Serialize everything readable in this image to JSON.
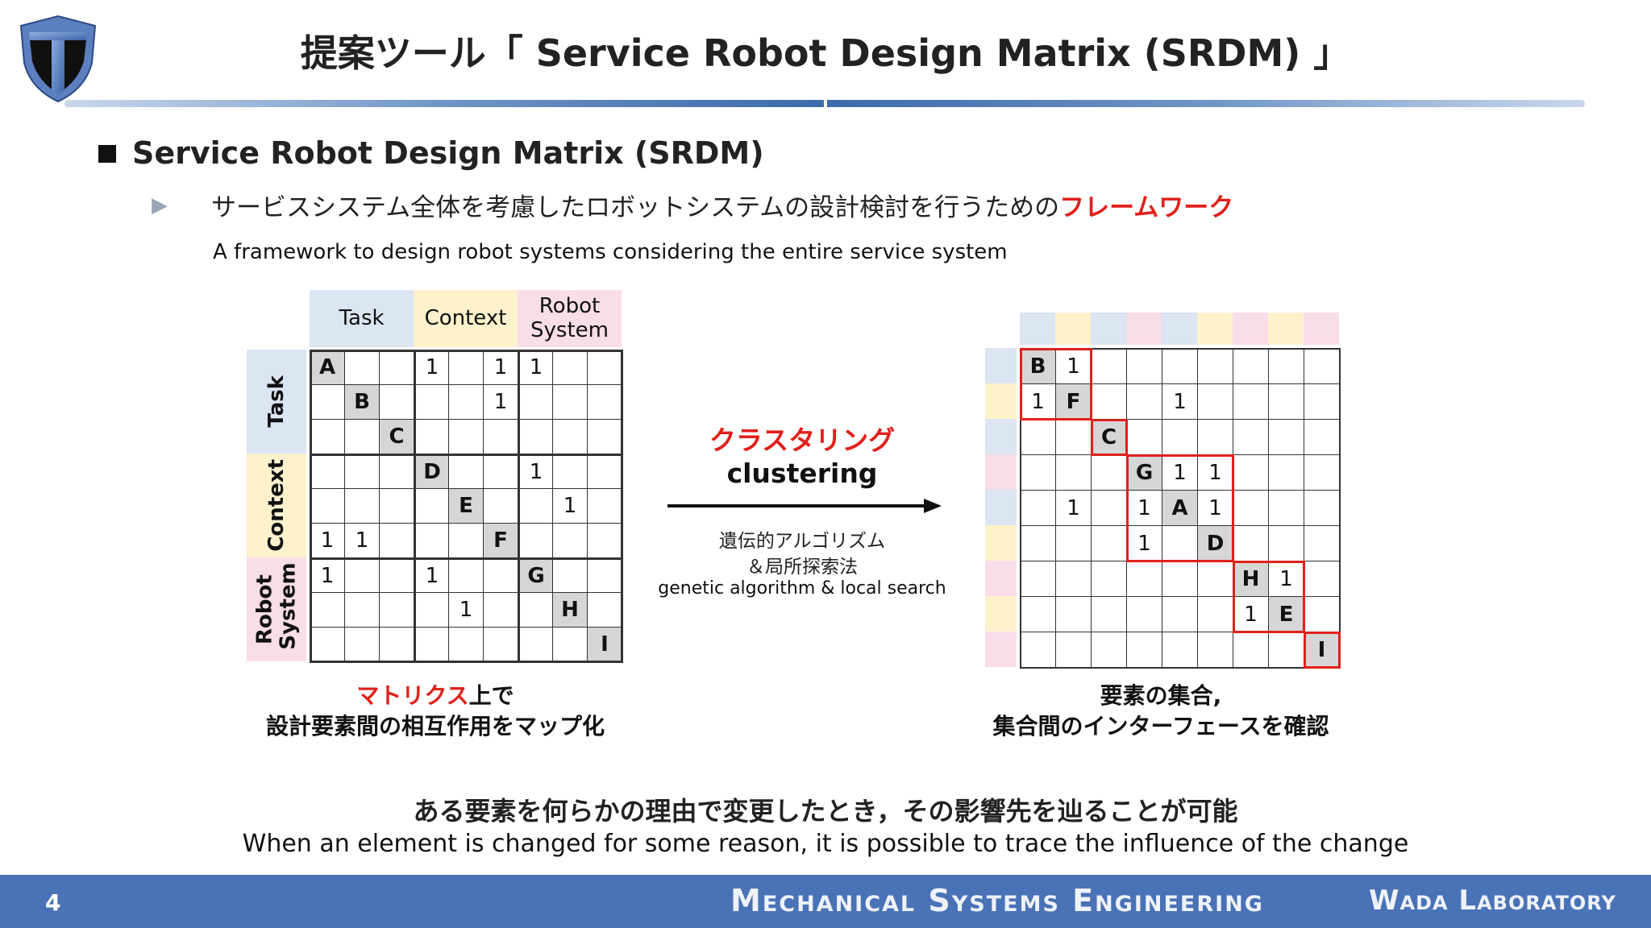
{
  "slide": {
    "title": "提案ツール「 Service Robot Design Matrix (SRDM) 」",
    "heading": "Service Robot Design Matrix (SRDM)",
    "bullet_symbol": "▶",
    "bullet_jp_main": "サービスシステム全体を考慮したロボットシステムの設計検討を行うための",
    "bullet_jp_highlight": "フレームワーク",
    "bullet_en": "A framework to design robot systems considering the entire service system",
    "page_number": "4",
    "footer_left": "Mechanical Systems Engineering",
    "footer_right": "Wada Laboratory"
  },
  "colors": {
    "task": "#dce5f2",
    "context": "#fdf2cc",
    "robot": "#f9dde9",
    "accent_red": "#e0201b",
    "footer_blue": "#4a72b6"
  },
  "left_matrix": {
    "col_headers": [
      "Task",
      "Context",
      "Robot System"
    ],
    "row_headers": [
      "Task",
      "Context",
      "Robot System"
    ],
    "group_size": 3,
    "rows": [
      [
        "A",
        "",
        "",
        "1",
        "",
        "1",
        "1",
        "",
        ""
      ],
      [
        "",
        "B",
        "",
        "",
        "",
        "1",
        "",
        "",
        ""
      ],
      [
        "",
        "",
        "C",
        "",
        "",
        "",
        "",
        "",
        ""
      ],
      [
        "",
        "",
        "",
        "D",
        "",
        "",
        "1",
        "",
        ""
      ],
      [
        "",
        "",
        "",
        "",
        "E",
        "",
        "",
        "1",
        ""
      ],
      [
        "1",
        "1",
        "",
        "",
        "",
        "F",
        "",
        "",
        ""
      ],
      [
        "1",
        "",
        "",
        "1",
        "",
        "",
        "G",
        "",
        ""
      ],
      [
        "",
        "",
        "",
        "",
        "1",
        "",
        "",
        "H",
        ""
      ],
      [
        "",
        "",
        "",
        "",
        "",
        "",
        "",
        "",
        "I"
      ]
    ],
    "caption_red": "マトリクス",
    "caption_rest": "上で",
    "caption_line2": "設計要素間の相互作用をマップ化"
  },
  "process": {
    "jp": "クラスタリング",
    "en": "clustering",
    "method_jp_1": "遺伝的アルゴリズム",
    "method_jp_2": "＆局所探索法",
    "method_en": "genetic algorithm & local search"
  },
  "right_matrix": {
    "order_types": [
      "task",
      "context",
      "task",
      "robot",
      "task",
      "context",
      "robot",
      "context",
      "robot"
    ],
    "rows": [
      [
        "B",
        "1",
        "",
        "",
        "",
        "",
        "",
        "",
        ""
      ],
      [
        "1",
        "F",
        "",
        "",
        "1",
        "",
        "",
        "",
        ""
      ],
      [
        "",
        "",
        "C",
        "",
        "",
        "",
        "",
        "",
        ""
      ],
      [
        "",
        "",
        "",
        "G",
        "1",
        "1",
        "",
        "",
        ""
      ],
      [
        "",
        "1",
        "",
        "1",
        "A",
        "1",
        "",
        "",
        ""
      ],
      [
        "",
        "",
        "",
        "1",
        "",
        "D",
        "",
        "",
        ""
      ],
      [
        "",
        "",
        "",
        "",
        "",
        "",
        "H",
        "1",
        ""
      ],
      [
        "",
        "",
        "",
        "",
        "",
        "",
        "1",
        "E",
        ""
      ],
      [
        "",
        "",
        "",
        "",
        "",
        "",
        "",
        "",
        "I"
      ]
    ],
    "clusters": [
      [
        0,
        2
      ],
      [
        2,
        3
      ],
      [
        3,
        6
      ],
      [
        6,
        8
      ],
      [
        8,
        9
      ]
    ],
    "caption_line1": "要素の集合,",
    "caption_line2": "集合間のインターフェースを確認"
  },
  "conclusion": {
    "jp": "ある要素を何らかの理由で変更したとき，その影響先を辿ることが可能",
    "en": "When an element is changed for some reason, it is possible to trace the influence of the change"
  }
}
